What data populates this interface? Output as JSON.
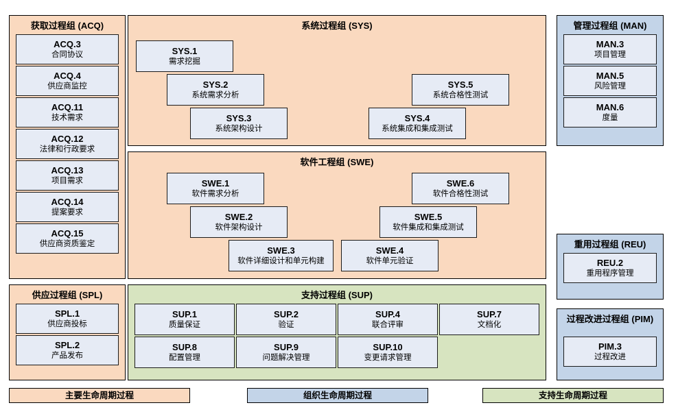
{
  "diagram": {
    "title_visible": false,
    "colors": {
      "primary_lifecycle": "#fad9bf",
      "organizational_lifecycle": "#c3d4e8",
      "supporting_lifecycle": "#d7e4c0",
      "practice_box": "#e6ebf5",
      "border": "#000000"
    }
  },
  "groups": {
    "acq": {
      "title": "获取过程组 (ACQ)",
      "items": [
        {
          "id": "ACQ.3",
          "name": "合同协议"
        },
        {
          "id": "ACQ.4",
          "name": "供应商监控"
        },
        {
          "id": "ACQ.11",
          "name": "技术需求"
        },
        {
          "id": "ACQ.12",
          "name": "法律和行政要求"
        },
        {
          "id": "ACQ.13",
          "name": "项目需求"
        },
        {
          "id": "ACQ.14",
          "name": "提案要求"
        },
        {
          "id": "ACQ.15",
          "name": "供应商资质鉴定"
        }
      ]
    },
    "spl": {
      "title": "供应过程组 (SPL)",
      "items": [
        {
          "id": "SPL.1",
          "name": "供应商投标"
        },
        {
          "id": "SPL.2",
          "name": "产品发布"
        }
      ]
    },
    "sys": {
      "title": "系统过程组 (SYS)",
      "items": [
        {
          "id": "SYS.1",
          "name": "需求挖掘"
        },
        {
          "id": "SYS.2",
          "name": "系统需求分析"
        },
        {
          "id": "SYS.3",
          "name": "系统架构设计"
        },
        {
          "id": "SYS.4",
          "name": "系统集成和集成测试"
        },
        {
          "id": "SYS.5",
          "name": "系统合格性测试"
        }
      ]
    },
    "swe": {
      "title": "软件工程组 (SWE)",
      "items": [
        {
          "id": "SWE.1",
          "name": "软件需求分析"
        },
        {
          "id": "SWE.2",
          "name": "软件架构设计"
        },
        {
          "id": "SWE.3",
          "name": "软件详细设计和单元构建"
        },
        {
          "id": "SWE.4",
          "name": "软件单元验证"
        },
        {
          "id": "SWE.5",
          "name": "软件集成和集成测试"
        },
        {
          "id": "SWE.6",
          "name": "软件合格性测试"
        }
      ]
    },
    "sup": {
      "title": "支持过程组 (SUP)",
      "row1": [
        {
          "id": "SUP.1",
          "name": "质量保证"
        },
        {
          "id": "SUP.2",
          "name": "验证"
        },
        {
          "id": "SUP.4",
          "name": "联合评审"
        },
        {
          "id": "SUP.7",
          "name": "文档化"
        }
      ],
      "row2": [
        {
          "id": "SUP.8",
          "name": "配置管理"
        },
        {
          "id": "SUP.9",
          "name": "问题解决管理"
        },
        {
          "id": "SUP.10",
          "name": "变更请求管理"
        }
      ]
    },
    "man": {
      "title": "管理过程组 (MAN)",
      "items": [
        {
          "id": "MAN.3",
          "name": "项目管理"
        },
        {
          "id": "MAN.5",
          "name": "风险管理"
        },
        {
          "id": "MAN.6",
          "name": "度量"
        }
      ]
    },
    "reu": {
      "title": "重用过程组 (REU)",
      "items": [
        {
          "id": "REU.2",
          "name": "重用程序管理"
        }
      ]
    },
    "pim": {
      "title": "过程改进过程组 (PIM)",
      "items": [
        {
          "id": "PIM.3",
          "name": "过程改进"
        }
      ]
    }
  },
  "legend": [
    {
      "label": "主要生命周期过程",
      "color": "#fad9bf"
    },
    {
      "label": "组织生命周期过程",
      "color": "#c3d4e8"
    },
    {
      "label": "支持生命周期过程",
      "color": "#d7e4c0"
    }
  ]
}
